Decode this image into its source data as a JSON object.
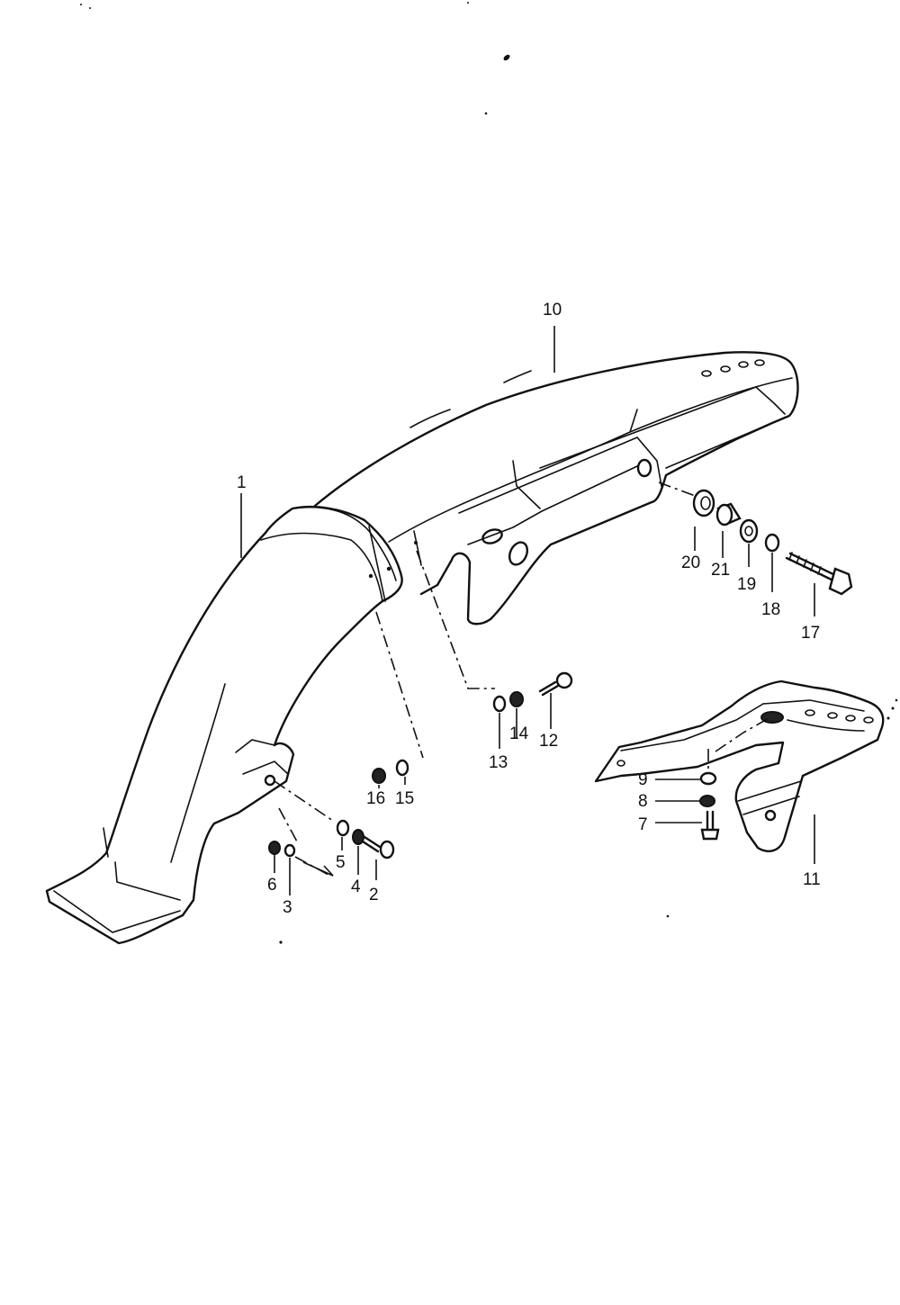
{
  "callouts": {
    "c1": "1",
    "c2": "2",
    "c3": "3",
    "c4": "4",
    "c5": "5",
    "c6": "6",
    "c7": "7",
    "c8": "8",
    "c9": "9",
    "c10": "10",
    "c11": "11",
    "c12": "12",
    "c13": "13",
    "c14": "14",
    "c15": "15",
    "c16": "16",
    "c17": "17",
    "c18": "18",
    "c19": "19",
    "c20": "20",
    "c21": "21"
  },
  "colors": {
    "line": "#111111",
    "background": "#ffffff"
  }
}
